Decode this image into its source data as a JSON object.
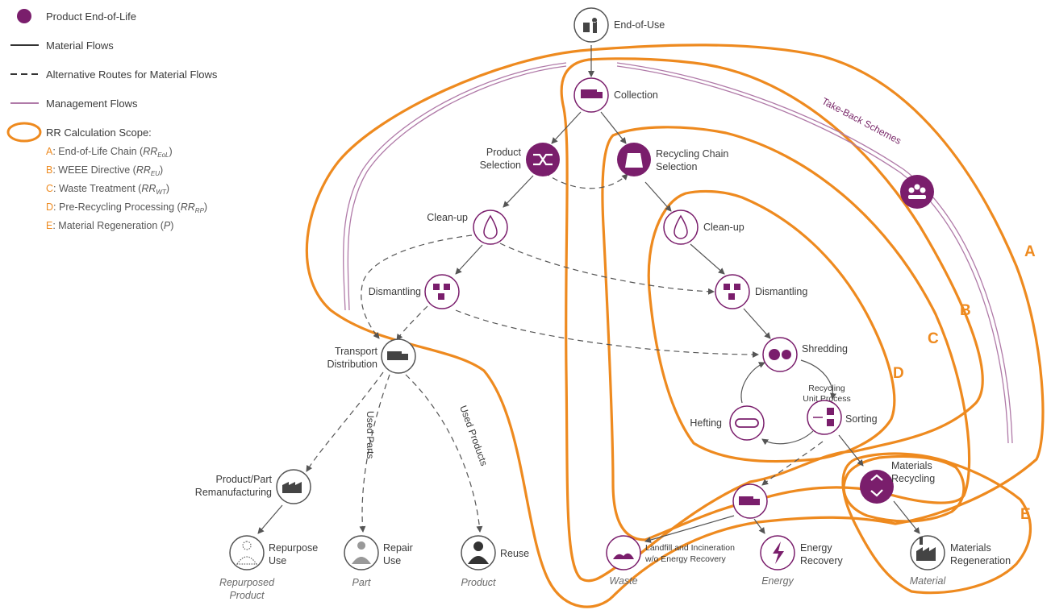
{
  "legend": {
    "product_eol": "Product End-of-Life",
    "material_flows": "Material Flows",
    "alt_routes": "Alternative Routes for Material Flows",
    "management_flows": "Management Flows",
    "scope_title": "RR Calculation Scope:",
    "scopes": [
      {
        "letter": "A",
        "text": ": End-of-Life Chain (",
        "rr": "RR",
        "sub": "EoL",
        "close": ")"
      },
      {
        "letter": "B",
        "text": ": WEEE Directive (",
        "rr": "RR",
        "sub": "EU",
        "close": ")"
      },
      {
        "letter": "C",
        "text": ": Waste Treatment (",
        "rr": "RR",
        "sub": "WT",
        "close": ")"
      },
      {
        "letter": "D",
        "text": ": Pre-Recycling Processing (",
        "rr": "RR",
        "sub": "RP",
        "close": ")"
      },
      {
        "letter": "E",
        "text": ": Material Regeneration (",
        "rr": "P",
        "sub": "",
        "close": ")"
      }
    ],
    "colors": {
      "purple": "#7a1e6c",
      "orange": "#ee8a1f",
      "mgmt": "#b07aa8",
      "grey": "#555555"
    }
  },
  "nodes": {
    "end_of_use": "End-of-Use",
    "collection": "Collection",
    "product_selection_1": "Product",
    "product_selection_2": "Selection",
    "recycling_chain_1": "Recycling Chain",
    "recycling_chain_2": "Selection",
    "cleanup_left": "Clean-up",
    "cleanup_right": "Clean-up",
    "dismantling_left": "Dismantling",
    "dismantling_right": "Dismantling",
    "transport_1": "Transport",
    "transport_2": "Distribution",
    "shredding": "Shredding",
    "recycling_unit_1": "Recycling",
    "recycling_unit_2": "Unit Process",
    "hefting": "Hefting",
    "sorting": "Sorting",
    "materials_recycling_1": "Materials",
    "materials_recycling_2": "Recycling",
    "materials_regen_1": "Materials",
    "materials_regen_2": "Regeneration",
    "remanufacturing_1": "Product/Part",
    "remanufacturing_2": "Remanufacturing",
    "repurpose_1": "Repurpose",
    "repurpose_2": "Use",
    "repair_1": "Repair",
    "repair_2": "Use",
    "reuse": "Reuse",
    "landfill_1": "Landfill and Incineration",
    "landfill_2": "w/o Energy Recovery",
    "energy_1": "Energy",
    "energy_2": "Recovery"
  },
  "captions": {
    "repurposed_1": "Repurposed",
    "repurposed_2": "Product",
    "part": "Part",
    "product": "Product",
    "waste": "Waste",
    "energy": "Energy",
    "material": "Material"
  },
  "flow_labels": {
    "used_parts": "Used Parts",
    "used_products": "Used Products",
    "take_back": "Take-Back Schemes"
  },
  "scope_letters": {
    "A": "A",
    "B": "B",
    "C": "C",
    "D": "D",
    "E": "E"
  }
}
